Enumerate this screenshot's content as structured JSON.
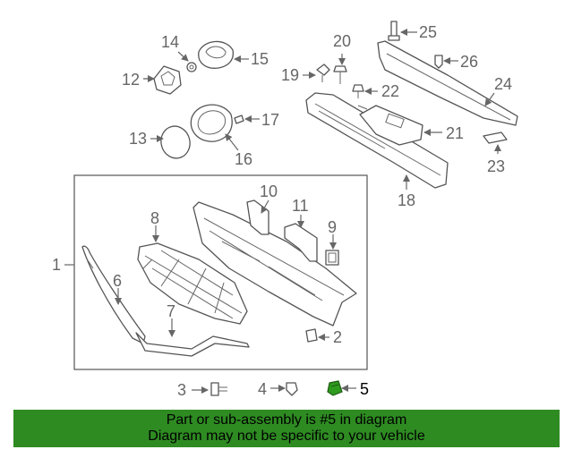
{
  "diagram": {
    "highlight_color": "#2e9a1e",
    "callouts": [
      "1",
      "2",
      "3",
      "4",
      "5",
      "6",
      "7",
      "8",
      "9",
      "10",
      "11",
      "12",
      "13",
      "14",
      "15",
      "16",
      "17",
      "18",
      "19",
      "20",
      "21",
      "22",
      "23",
      "24",
      "25",
      "26"
    ],
    "highlighted_part": "5"
  },
  "banner": {
    "background": "#2e8b22",
    "line1": "Part or sub-assembly is #5 in diagram",
    "line2": "Diagram may not be specific to your vehicle"
  }
}
